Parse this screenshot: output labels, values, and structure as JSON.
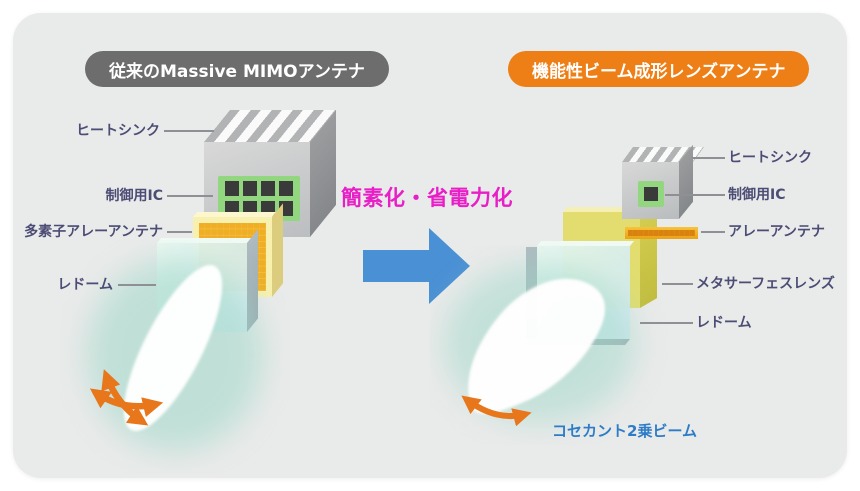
{
  "left": {
    "title": "従来のMassive MIMOアンテナ",
    "labels": {
      "heatsink": "ヒートシンク",
      "control_ic": "制御用IC",
      "array_antenna": "多素子アレーアンテナ",
      "radome": "レドーム"
    }
  },
  "center": {
    "caption": "簡素化・省電力化"
  },
  "right": {
    "title": "機能性ビーム成形レンズアンテナ",
    "labels": {
      "heatsink": "ヒートシンク",
      "control_ic": "制御用IC",
      "array_antenna": "アレーアンテナ",
      "metasurface_lens": "メタサーフェスレンズ",
      "radome": "レドーム",
      "beam": "コセカント2乗ビーム"
    }
  },
  "colors": {
    "card_bg": "#e9eaea",
    "left_title_bg": "#6d6d6d",
    "right_title_bg": "#ee7f16",
    "caption_text": "#e81ec6",
    "transition_arrow": "#4a90d4",
    "beam_label_text": "#2e7cc7",
    "label_text": "#4c4c74",
    "steering_arrow": "#e8761b",
    "beam_glow": "#9fd8c8"
  }
}
